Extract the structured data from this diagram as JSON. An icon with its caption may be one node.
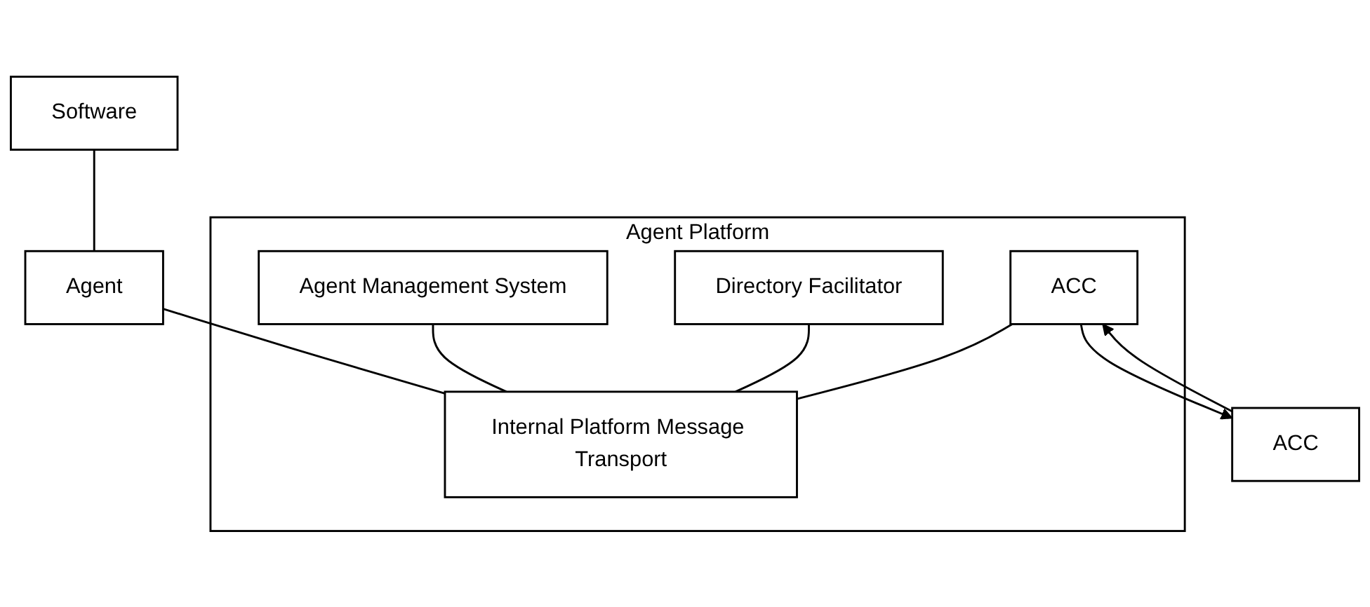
{
  "diagram": {
    "nodes": [
      {
        "text": [
          "Software"
        ]
      },
      {
        "text": [
          "Agent"
        ]
      },
      {
        "text": [
          "Agent Platform"
        ]
      },
      {
        "text": [
          "Agent Management System"
        ],
        "in": 2
      },
      {
        "text": [
          "Directory Facilitator"
        ],
        "in": 2
      },
      {
        "text": [
          "ACC"
        ],
        "in": 2
      },
      {
        "text": [
          "Internal Platform Message Transport"
        ],
        "in": 2
      },
      {
        "text": [
          "ACC"
        ]
      }
    ],
    "edges": [
      {
        "from": 0,
        "to": 1,
        "arrow": "none"
      },
      {
        "from": 1,
        "to": 6,
        "arrow": "none"
      },
      {
        "from": 3,
        "to": 6,
        "arrow": "none"
      },
      {
        "from": 4,
        "to": 6,
        "arrow": "none"
      },
      {
        "from": 5,
        "to": 6,
        "arrow": "none"
      },
      {
        "from": 5,
        "to": 7,
        "arrow": "to"
      },
      {
        "from": 7,
        "to": 5,
        "arrow": "to"
      }
    ]
  }
}
